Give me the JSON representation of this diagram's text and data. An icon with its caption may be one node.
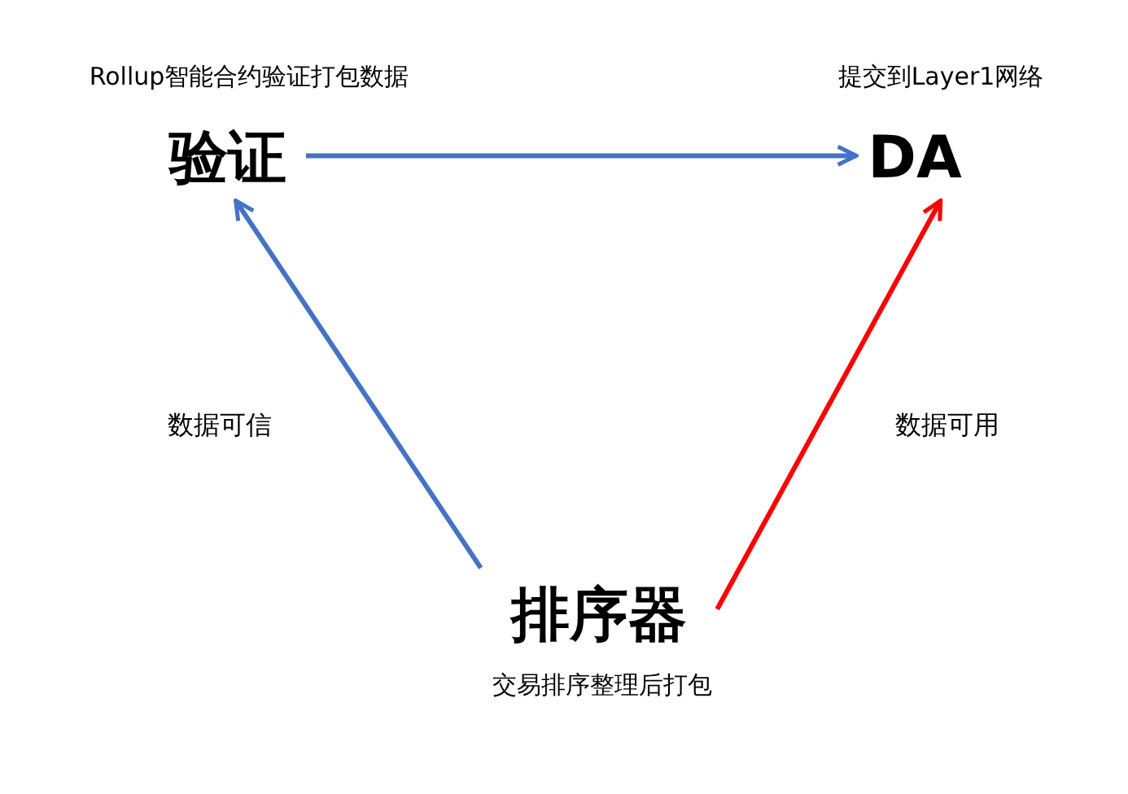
{
  "diagram": {
    "nodes": [
      {
        "text": [
          "验证"
        ],
        "beside": [
          "Rollup智能合约验证打包数据"
        ]
      },
      {
        "text": [
          "DA"
        ],
        "beside": [
          "提交到Layer1网络"
        ]
      },
      {
        "text": [
          "排序器"
        ],
        "beside": [
          "交易排序整理后打包"
        ]
      }
    ],
    "edges": [
      {
        "from": 0,
        "to": 1,
        "arrow": "to"
      },
      {
        "from": 2,
        "to": 0,
        "arrow": "to",
        "label": "数据可信"
      },
      {
        "from": 2,
        "to": 1,
        "arrow": "to",
        "label": "数据可用",
        "color": "#ff0000"
      }
    ]
  }
}
